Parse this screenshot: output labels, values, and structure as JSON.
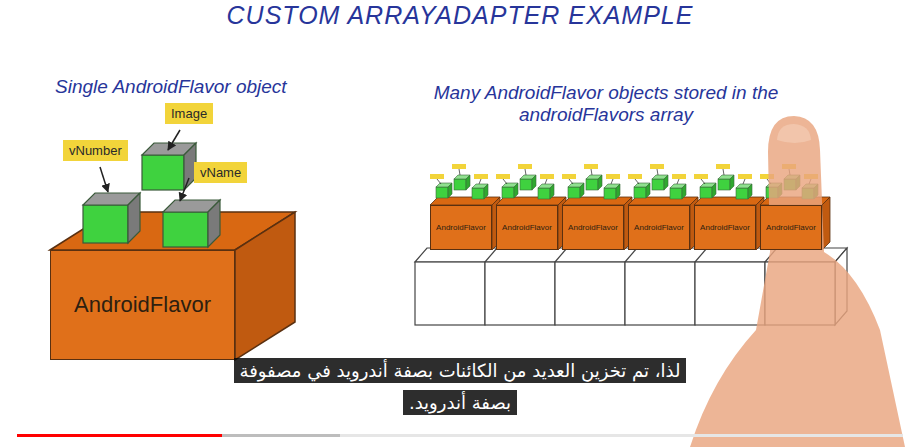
{
  "diagram": {
    "title": "CUSTOM ARRAYADAPTER EXAMPLE",
    "nodes": [
      {
        "text": [
          "Image"
        ]
      },
      {
        "text": [
          "vNumber"
        ]
      },
      {
        "text": [
          "vName"
        ]
      },
      {
        "text": [
          "AndroidFlavor"
        ]
      },
      {
        "text": [
          "AndroidFlavor"
        ]
      },
      {
        "text": [
          "AndroidFlavor"
        ]
      },
      {
        "text": [
          "AndroidFlavor"
        ]
      },
      {
        "text": [
          "AndroidFlavor"
        ]
      },
      {
        "text": [
          "AndroidFlavor"
        ]
      },
      {
        "text": [
          "AndroidFlavor"
        ]
      },
      {
        "text": [
          "لذا، تم تخزين العديد من الكائنات بصفة أندرويد في مصفوفة بصفة أندرويد."
        ]
      }
    ],
    "labels": [
      "Single AndroidFlavor object",
      "Many AndroidFlavor objects stored in the androidFlavors array"
    ]
  }
}
